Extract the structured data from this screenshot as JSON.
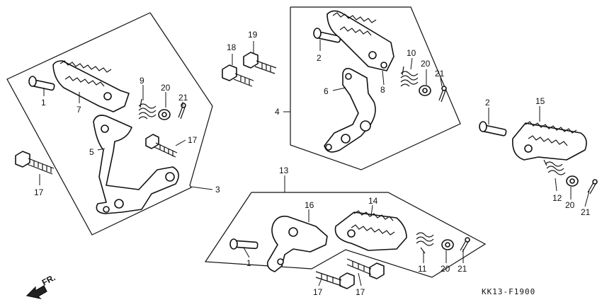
{
  "diagram": {
    "code": "KK13-F1900",
    "direction_label": "FR.",
    "labels": {
      "l1a": "1",
      "l7": "7",
      "l9": "9",
      "l20a": "20",
      "l21a": "21",
      "l5": "5",
      "l17a": "17",
      "l17b": "17",
      "l3": "3",
      "l18": "18",
      "l19": "19",
      "l2a": "2",
      "l10": "10",
      "l20b": "20",
      "l21b": "21",
      "l8": "8",
      "l6": "6",
      "l4": "4",
      "l2b": "2",
      "l15": "15",
      "l12": "12",
      "l20c": "20",
      "l21c": "21",
      "l13": "13",
      "l16": "16",
      "l14": "14",
      "l1b": "1",
      "l11": "11",
      "l20d": "20",
      "l21d": "21",
      "l17c": "17",
      "l17d": "17"
    }
  }
}
